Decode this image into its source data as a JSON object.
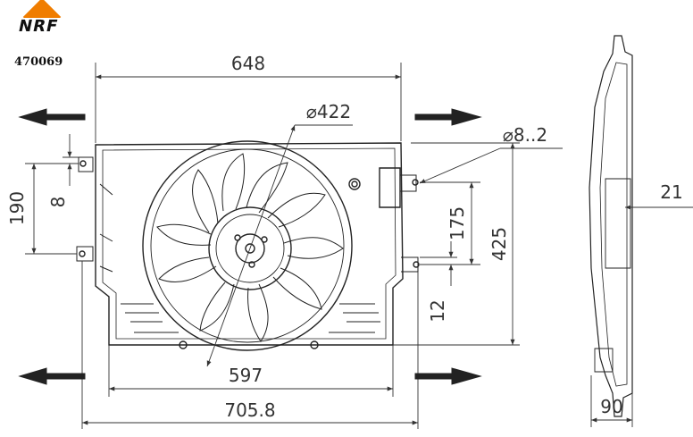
{
  "brand": {
    "name": "NRF",
    "accent_color": "#f07d00"
  },
  "part_number": "470069",
  "dimensions": {
    "width_top": "648",
    "fan_diameter": "⌀422",
    "hole_diameter": "⌀8..2",
    "height_left": "190",
    "offset_left": "8",
    "height_right_mount": "175",
    "height_total": "425",
    "offset_bottom": "12",
    "width_lower": "597",
    "width_total": "705.8",
    "side_thickness": "21",
    "side_depth": "90"
  }
}
